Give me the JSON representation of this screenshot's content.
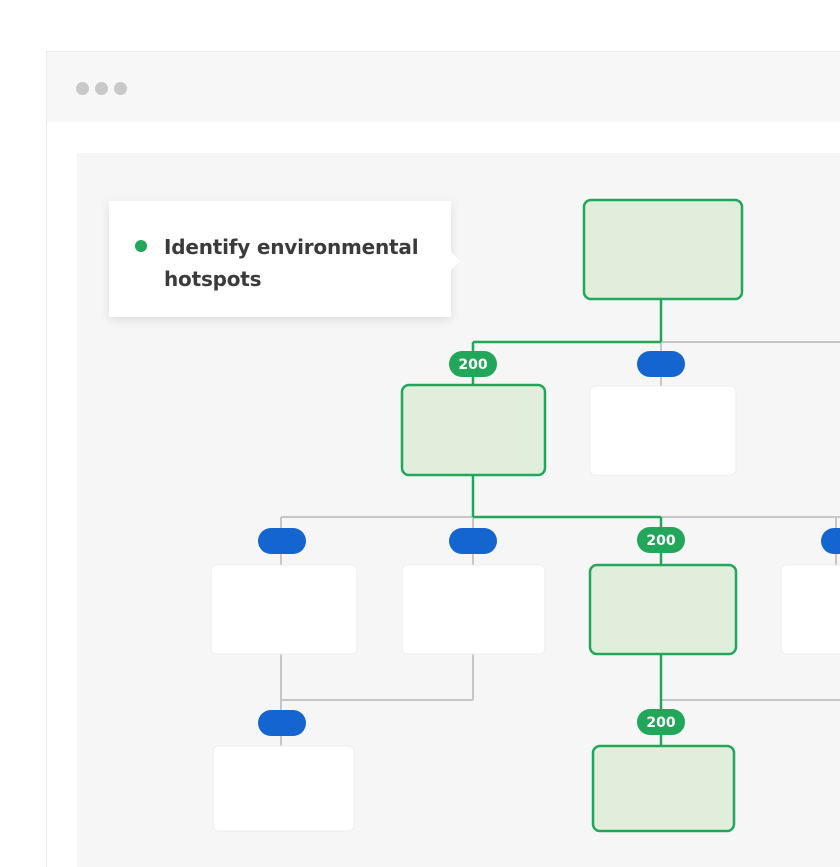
{
  "callout": {
    "text": "Identify environmental hotspots"
  },
  "colors": {
    "active_line": "#21a65a",
    "active_fill": "#e0eedb",
    "inactive_line": "#c6c6c6",
    "badge_blue": "#1565d0",
    "badge_green": "#21a65a",
    "window_dots": "#c9c9c9"
  },
  "diagram": {
    "nodes": [
      {
        "id": "root",
        "active": true
      },
      {
        "id": "level1-a",
        "active": true
      },
      {
        "id": "level1-b",
        "active": false
      },
      {
        "id": "level2-a",
        "active": false
      },
      {
        "id": "level2-b",
        "active": false
      },
      {
        "id": "level2-c",
        "active": true
      },
      {
        "id": "level2-d",
        "active": false
      },
      {
        "id": "level3-a",
        "active": false
      },
      {
        "id": "level3-b",
        "active": true
      }
    ],
    "badges": [
      {
        "id": "badge-level1-a",
        "label": "200",
        "active": true
      },
      {
        "id": "badge-level1-b",
        "label": "",
        "active": false
      },
      {
        "id": "badge-level2-a",
        "label": "",
        "active": false
      },
      {
        "id": "badge-level2-b",
        "label": "",
        "active": false
      },
      {
        "id": "badge-level2-c",
        "label": "200",
        "active": true
      },
      {
        "id": "badge-level2-d",
        "label": "",
        "active": false
      },
      {
        "id": "badge-level3-a",
        "label": "",
        "active": false
      },
      {
        "id": "badge-level3-b",
        "label": "200",
        "active": true
      }
    ]
  }
}
